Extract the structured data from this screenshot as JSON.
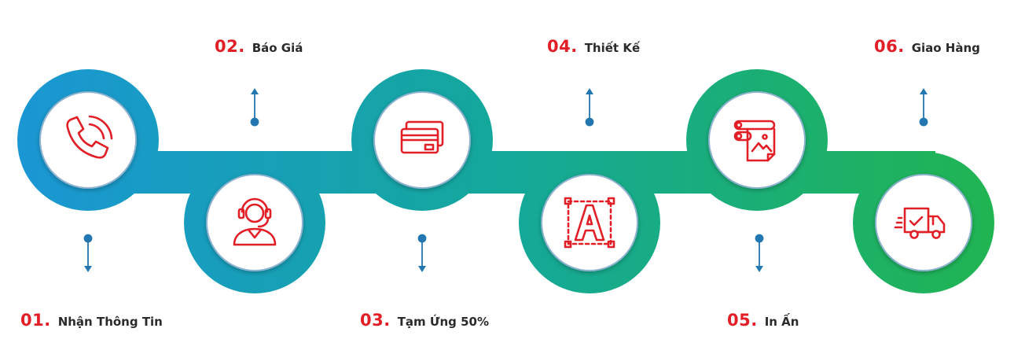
{
  "colors": {
    "accent_red": "#e21e26",
    "gradient_start": "#1a96d6",
    "gradient_mid": "#14a89a",
    "gradient_end": "#21b54f",
    "arrow": "#2277b0",
    "inner_circle_border": "#7fa6c7"
  },
  "steps": [
    {
      "number": "01.",
      "title": "Nhận Thông Tin",
      "icon": "phone-icon"
    },
    {
      "number": "02.",
      "title": "Báo Giá",
      "icon": "headset-agent-icon"
    },
    {
      "number": "03.",
      "title": "Tạm Ứng 50%",
      "icon": "credit-card-icon"
    },
    {
      "number": "04.",
      "title": "Thiết Kế",
      "icon": "design-letter-a-icon"
    },
    {
      "number": "05.",
      "title": "In Ấn",
      "icon": "printer-roll-icon"
    },
    {
      "number": "06.",
      "title": "Giao Hàng",
      "icon": "delivery-truck-icon"
    }
  ]
}
